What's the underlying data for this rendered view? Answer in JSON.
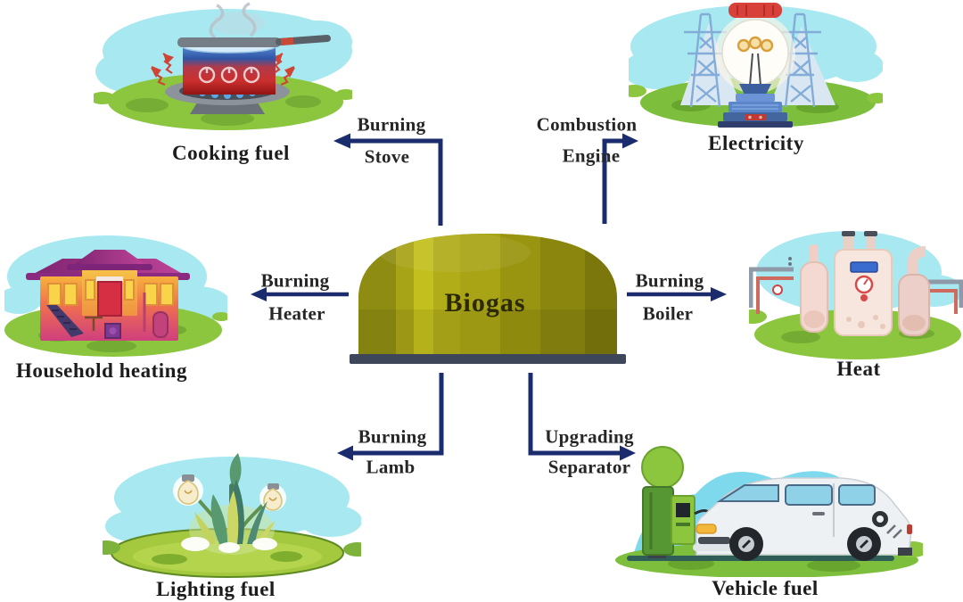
{
  "diagram": {
    "center": {
      "label": "Biogas"
    },
    "nodes": [
      {
        "id": "cooking-fuel",
        "label": "Cooking fuel",
        "arrow_line1": "Burning",
        "arrow_line2": "Stove"
      },
      {
        "id": "electricity",
        "label": "Electricity",
        "arrow_line1": "Combustion",
        "arrow_line2": "Engine"
      },
      {
        "id": "household-heating",
        "label": "Household heating",
        "arrow_line1": "Burning",
        "arrow_line2": "Heater"
      },
      {
        "id": "heat",
        "label": "Heat",
        "arrow_line1": "Burning",
        "arrow_line2": "Boiler"
      },
      {
        "id": "lighting-fuel",
        "label": "Lighting fuel",
        "arrow_line1": "Burning",
        "arrow_line2": "Lamb"
      },
      {
        "id": "vehicle-fuel",
        "label": "Vehicle fuel",
        "arrow_line1": "Upgrading",
        "arrow_line2": "Separator"
      }
    ],
    "colors": {
      "arrow_navy": "#1a2c6e",
      "dome_olive": "#a3a015",
      "dome_light_stripe": "#c2bf1e",
      "dome_dark_edge": "#7b770c",
      "dome_base": "#3e4759",
      "cloud_cyan": "#a7e8f1",
      "grass_green": "#8cc63e",
      "text": "#1b1b1b"
    }
  }
}
